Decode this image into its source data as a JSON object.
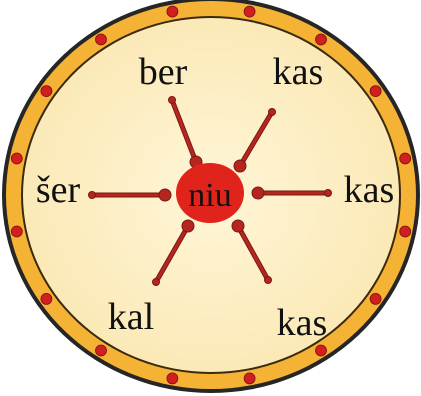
{
  "wheel": {
    "colors": {
      "outer_rim": "#262626",
      "gold_band": "#f5b335",
      "inner_face": "#fdf0c6",
      "dot": "#d11f1f",
      "hub": "#e0241c",
      "spoke": "#b5261f",
      "spoke_outline": "#7a1812",
      "text": "#111111"
    },
    "rim_dot_count": 16,
    "center": {
      "label": "niu"
    },
    "spokes": [
      {
        "direction": "up-left",
        "label": "ber"
      },
      {
        "direction": "up-right",
        "label": "kas"
      },
      {
        "direction": "right",
        "label": "kas"
      },
      {
        "direction": "down-right",
        "label": "kas"
      },
      {
        "direction": "down-left",
        "label": "kal"
      },
      {
        "direction": "left",
        "label": "šer"
      }
    ]
  }
}
